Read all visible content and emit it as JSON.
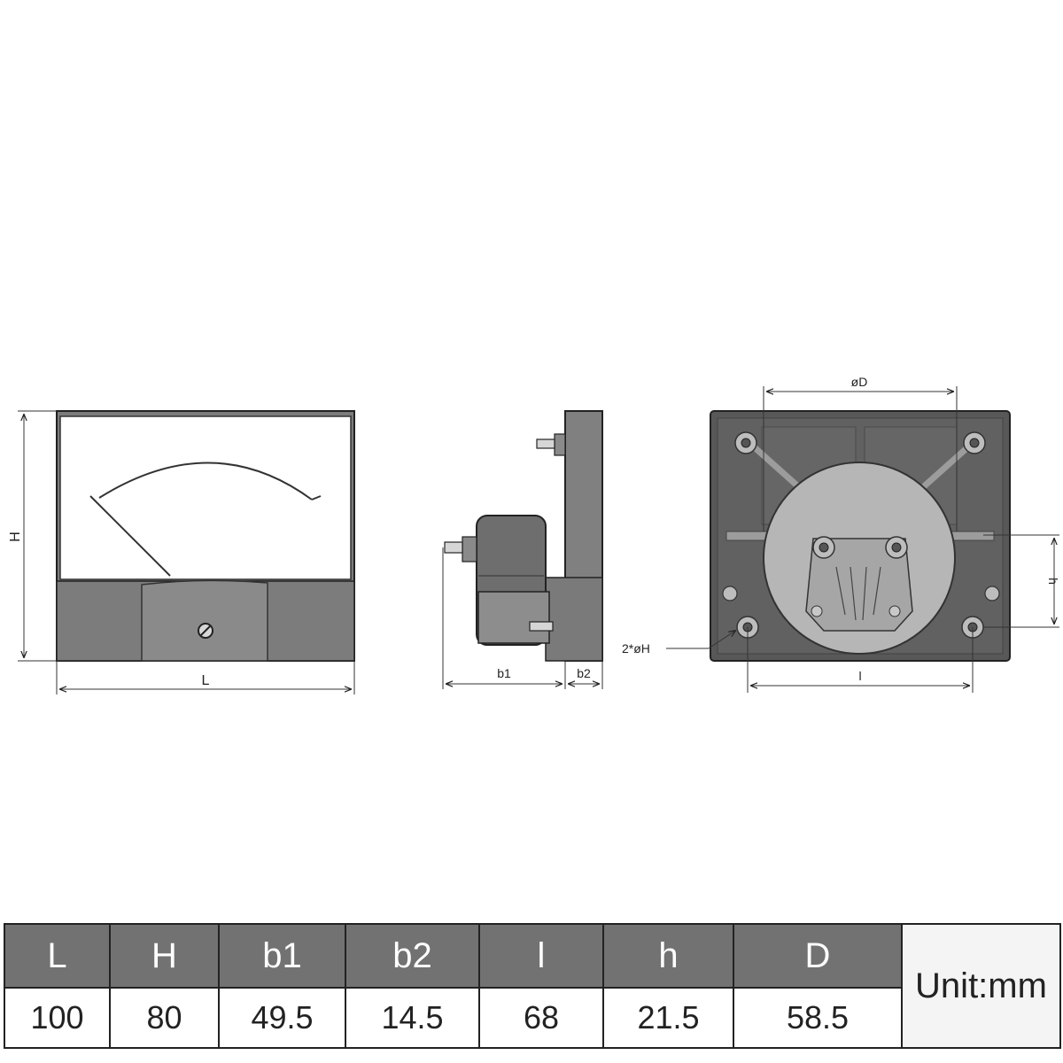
{
  "dimension_labels": {
    "front_height": "H",
    "front_width": "L",
    "side_depth_b1": "b1",
    "side_depth_b2": "b2",
    "rear_diameter": "øD",
    "rear_hole_spacing": "l",
    "rear_offset_h": "h",
    "rear_holes": "2*øH"
  },
  "table": {
    "headers": [
      "L",
      "H",
      "b1",
      "b2",
      "l",
      "h",
      "D"
    ],
    "values": [
      "100",
      "80",
      "49.5",
      "14.5",
      "68",
      "21.5",
      "58.5"
    ],
    "unit": "Unit:mm"
  },
  "colors": {
    "body_gray": "#7a7a7a",
    "dark_gray": "#555555",
    "light_gray": "#b4b4b4",
    "header_gray": "#727272",
    "line": "#222222"
  }
}
